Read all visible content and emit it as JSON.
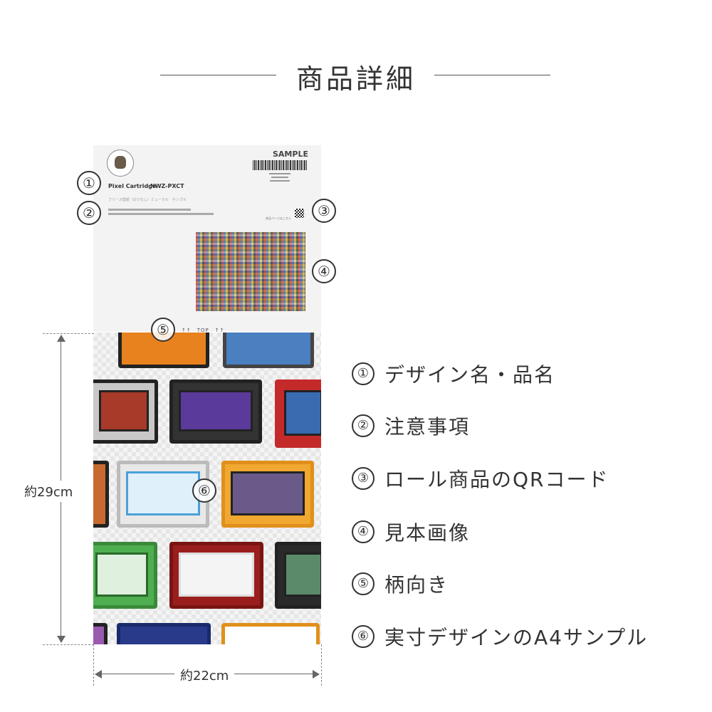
{
  "title": "商品詳細",
  "sheet": {
    "sample_label": "SAMPLE",
    "product_name": "Pixel Cartridge",
    "product_code": "NWZ-PXCT",
    "subtitle": "フリース壁紙（のりなし）ミューラル　サンプル",
    "qr_label": "商品ページはこちら",
    "top_mark": "↑↑　TOP　↑↑"
  },
  "markers": [
    "①",
    "②",
    "③",
    "④",
    "⑤",
    "⑥"
  ],
  "dimensions": {
    "height_label": "約29cm",
    "width_label": "約22cm"
  },
  "legend": [
    {
      "num": "①",
      "text": "デザイン名・品名"
    },
    {
      "num": "②",
      "text": "注意事項"
    },
    {
      "num": "③",
      "text": "ロール商品のQRコード"
    },
    {
      "num": "④",
      "text": "見本画像"
    },
    {
      "num": "⑤",
      "text": "柄向き"
    },
    {
      "num": "⑥",
      "text": "実寸デザインのA4サンプル"
    }
  ],
  "colors": {
    "cartridge_colors": [
      "#e8821e",
      "#4a7fc0",
      "#c42a2a",
      "#4fae4f",
      "#f0a830",
      "#9a1e1e",
      "#2a3a8a",
      "#ffffff"
    ]
  }
}
